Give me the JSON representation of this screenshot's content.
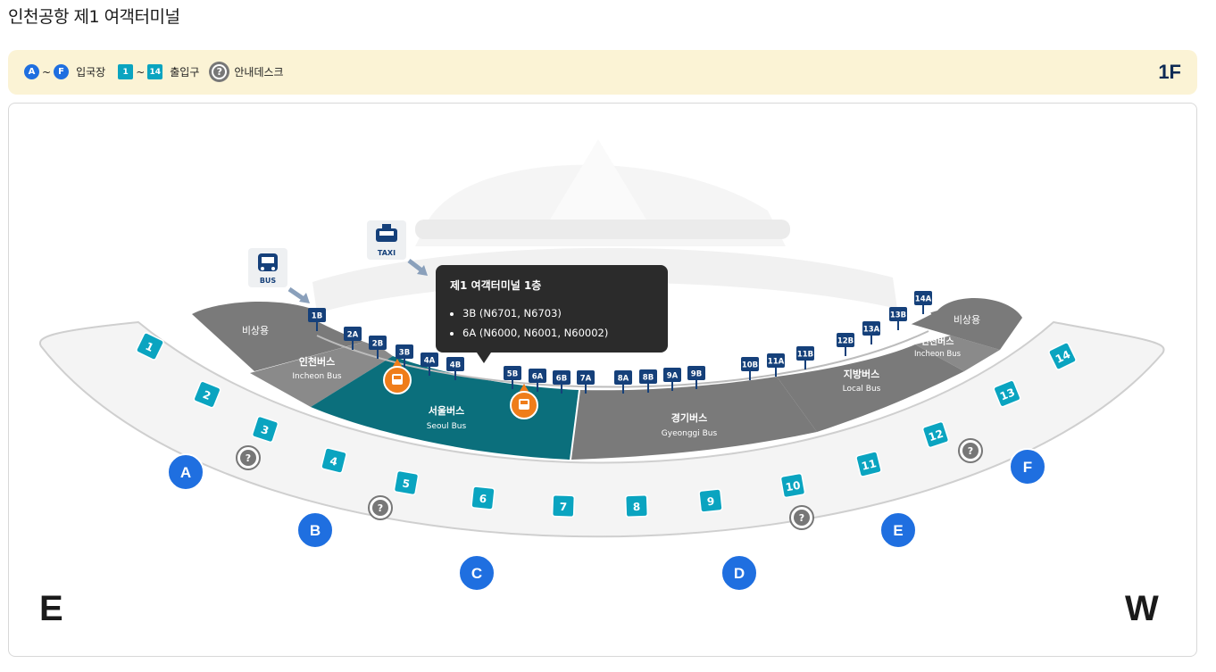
{
  "page_title": "인천공항 제1 여객터미널",
  "legend": {
    "gate_from": "A",
    "gate_to": "F",
    "gate_label": "입국장",
    "exit_from": "1",
    "exit_to": "14",
    "exit_label": "출입구",
    "info_symbol": "?",
    "info_label": "안내데스크",
    "tilde": "~",
    "floor": "1F"
  },
  "icons": {
    "bus": "BUS",
    "taxi": "TAXI"
  },
  "zones": {
    "emergency_left": "비상용",
    "incheon_bus_left_ko": "인천버스",
    "incheon_bus_left_en": "Incheon Bus",
    "seoul_bus_ko": "서울버스",
    "seoul_bus_en": "Seoul Bus",
    "gyeonggi_bus_ko": "경기버스",
    "gyeonggi_bus_en": "Gyeonggi Bus",
    "local_bus_ko": "지방버스",
    "local_bus_en": "Local Bus",
    "incheon_bus_right_ko": "인천버스",
    "incheon_bus_right_en": "Incheon Bus",
    "emergency_right": "비상용"
  },
  "stops": [
    "1B",
    "2A",
    "2B",
    "3B",
    "4A",
    "4B",
    "5B",
    "6A",
    "6B",
    "7A",
    "8A",
    "8B",
    "9A",
    "9B",
    "10B",
    "11A",
    "11B",
    "12B",
    "13A",
    "13B",
    "14A"
  ],
  "exits": [
    "1",
    "2",
    "3",
    "4",
    "5",
    "6",
    "7",
    "8",
    "9",
    "10",
    "11",
    "12",
    "13",
    "14"
  ],
  "gates": [
    "A",
    "B",
    "C",
    "D",
    "E",
    "F"
  ],
  "info_symbol": "?",
  "tooltip": {
    "title": "제1 여객터미널 1층",
    "items": [
      "3B (N6701, N6703)",
      "6A (N6000, N6001, N60002)"
    ]
  },
  "compass": {
    "east": "E",
    "west": "W"
  },
  "colors": {
    "seoul_bus": "#0b6f7c",
    "other_bus": "#7a7a7a",
    "stop_badge": "#15407a",
    "exit": "#0aa4c0",
    "gate": "#1f6fe0",
    "marker": "#ef7d1a",
    "legend_bg": "#fbf3d5"
  }
}
